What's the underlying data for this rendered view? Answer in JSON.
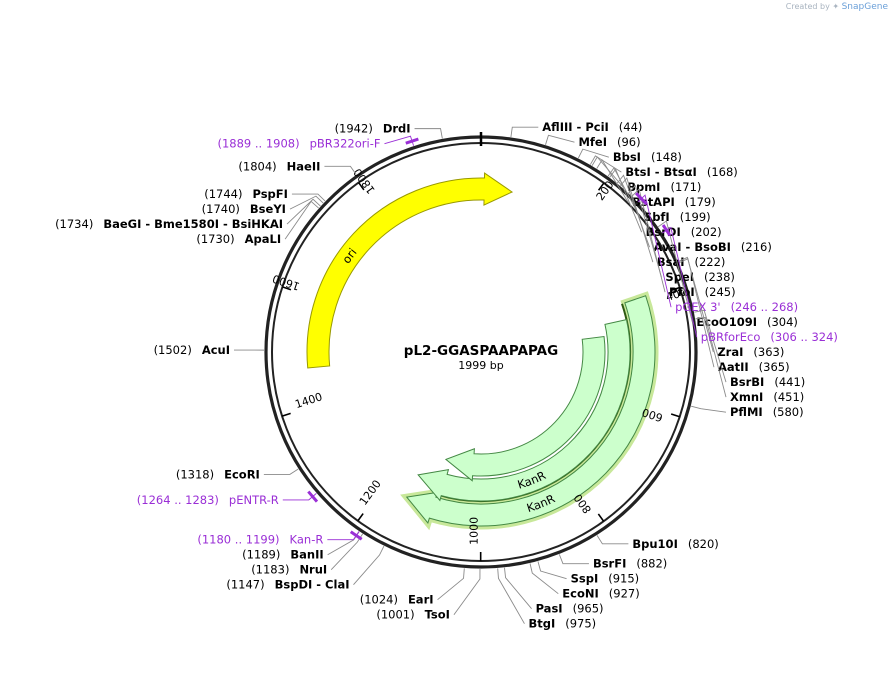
{
  "app": {
    "credit_prefix": "Created by",
    "credit_brand": "SnapGene"
  },
  "plasmid": {
    "name": "pL2-GGASPAAPAPAG",
    "length_label": "1999 bp",
    "length": 1999
  },
  "ticks": [
    {
      "pos": 200,
      "label": "200"
    },
    {
      "pos": 400,
      "label": "400"
    },
    {
      "pos": 600,
      "label": "600"
    },
    {
      "pos": 800,
      "label": "800"
    },
    {
      "pos": 1000,
      "label": "1000"
    },
    {
      "pos": 1200,
      "label": "1200"
    },
    {
      "pos": 1400,
      "label": "1400"
    },
    {
      "pos": 1600,
      "label": "1600"
    },
    {
      "pos": 1800,
      "label": "1800"
    }
  ],
  "sites": [
    {
      "name": "DrdI",
      "pos": "(1942)",
      "site": 1942,
      "side": "L"
    },
    {
      "name": "AflIII  - PciI",
      "pos": "(44)",
      "site": 44,
      "side": "R"
    },
    {
      "name": "MfeI",
      "pos": "(96)",
      "site": 96,
      "side": "R"
    },
    {
      "name": "BbsI",
      "pos": "(148)",
      "site": 148,
      "side": "R"
    },
    {
      "name": "BtsI  - BtsαI",
      "pos": "(168)",
      "site": 168,
      "side": "R"
    },
    {
      "name": "BpmI",
      "pos": "(171)",
      "site": 171,
      "side": "R"
    },
    {
      "name": "BstAPI",
      "pos": "(179)",
      "site": 179,
      "side": "R"
    },
    {
      "name": "SbfI",
      "pos": "(199)",
      "site": 199,
      "side": "R"
    },
    {
      "name": "BsrDI",
      "pos": "(202)",
      "site": 202,
      "side": "R"
    },
    {
      "name": "AvaI  - BsoBI",
      "pos": "(216)",
      "site": 216,
      "side": "R"
    },
    {
      "name": "BsaI",
      "pos": "(222)",
      "site": 222,
      "side": "R"
    },
    {
      "name": "SpeI",
      "pos": "(238)",
      "site": 238,
      "side": "R"
    },
    {
      "name": "PfoI",
      "pos": "(245)",
      "site": 245,
      "side": "R"
    },
    {
      "name": "EcoO109I",
      "pos": "(304)",
      "site": 304,
      "side": "R"
    },
    {
      "name": "ZraI",
      "pos": "(363)",
      "site": 363,
      "side": "R"
    },
    {
      "name": "AatII",
      "pos": "(365)",
      "site": 365,
      "side": "R"
    },
    {
      "name": "BsrBI",
      "pos": "(441)",
      "site": 441,
      "side": "R"
    },
    {
      "name": "XmnI",
      "pos": "(451)",
      "site": 451,
      "side": "R"
    },
    {
      "name": "PflMI",
      "pos": "(580)",
      "site": 580,
      "side": "R"
    },
    {
      "name": "Bpu10I",
      "pos": "(820)",
      "site": 820,
      "side": "R"
    },
    {
      "name": "BsrFI",
      "pos": "(882)",
      "site": 882,
      "side": "R"
    },
    {
      "name": "SspI",
      "pos": "(915)",
      "site": 915,
      "side": "R"
    },
    {
      "name": "EcoNI",
      "pos": "(927)",
      "site": 927,
      "side": "R"
    },
    {
      "name": "PasI",
      "pos": "(965)",
      "site": 965,
      "side": "R"
    },
    {
      "name": "BtgI",
      "pos": "(975)",
      "site": 975,
      "side": "R"
    },
    {
      "name": "TsoI",
      "pos": "(1001)",
      "site": 1001,
      "side": "L"
    },
    {
      "name": "EarI",
      "pos": "(1024)",
      "site": 1024,
      "side": "L"
    },
    {
      "name": "BspDI  - ClaI",
      "pos": "(1147)",
      "site": 1147,
      "side": "L"
    },
    {
      "name": "NruI",
      "pos": "(1183)",
      "site": 1183,
      "side": "L"
    },
    {
      "name": "BanII",
      "pos": "(1189)",
      "site": 1189,
      "side": "L"
    },
    {
      "name": "EcoRI",
      "pos": "(1318)",
      "site": 1318,
      "side": "L"
    },
    {
      "name": "AcuI",
      "pos": "(1502)",
      "site": 1502,
      "side": "L"
    },
    {
      "name": "ApaLI",
      "pos": "(1730)",
      "site": 1730,
      "side": "L"
    },
    {
      "name": "BaeGI  - Bme1580I  - BsiHKAI",
      "pos": "(1734)",
      "site": 1734,
      "side": "L"
    },
    {
      "name": "BseYI",
      "pos": "(1740)",
      "site": 1740,
      "side": "L"
    },
    {
      "name": "PspFI",
      "pos": "(1744)",
      "site": 1744,
      "side": "L"
    },
    {
      "name": "HaeII",
      "pos": "(1804)",
      "site": 1804,
      "side": "L"
    }
  ],
  "primers": [
    {
      "name": "pBR322ori-F",
      "range": "(1889 .. 1908)",
      "start": 1889,
      "end": 1908,
      "side": "L"
    },
    {
      "name": "pGEX 3'",
      "range": "(246 .. 268)",
      "start": 246,
      "end": 268,
      "side": "R"
    },
    {
      "name": "pBRforEco",
      "range": "(306 .. 324)",
      "start": 306,
      "end": 324,
      "side": "R"
    },
    {
      "name": "pENTR-R",
      "range": "(1264 .. 1283)",
      "start": 1264,
      "end": 1283,
      "side": "L"
    },
    {
      "name": "Kan-R",
      "range": "(1180 .. 1199)",
      "start": 1180,
      "end": 1199,
      "side": "L"
    }
  ],
  "features": [
    {
      "name": "ori",
      "start": 1470,
      "end": 2060,
      "ring": "outer",
      "color": "#ffff00",
      "stroke": "#999900"
    },
    {
      "name": "KanR",
      "start": 395,
      "end": 1150,
      "ring": "outer",
      "color": "#ccffcc",
      "stroke": "#448844",
      "highlight": "#c8e89a"
    },
    {
      "name": "KanR",
      "start": 430,
      "end": 1150,
      "ring": "middle",
      "color": "#ccffcc",
      "stroke": "#448844"
    },
    {
      "name": "",
      "start": 460,
      "end": 1100,
      "ring": "inner",
      "color": "#ccffcc",
      "stroke": "#448844"
    }
  ],
  "colors": {
    "primer": "#9a2fd6",
    "ring": "#222222",
    "leader": "#8a8a8a"
  }
}
